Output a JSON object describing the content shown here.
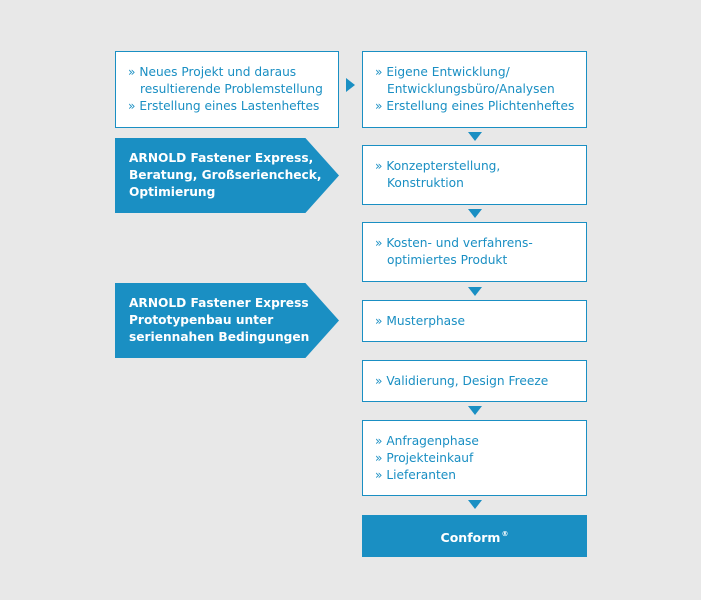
{
  "boxes": {
    "problem": {
      "lines": [
        "» Neues Projekt und daraus",
        "resultierende Problemstellung",
        "» Erstellung eines Lastenheftes"
      ]
    },
    "development": {
      "lines": [
        "» Eigene Entwicklung/",
        "Entwicklungsbüro/Analysen",
        "» Erstellung eines Plichtenheftes"
      ]
    },
    "concept": {
      "lines": [
        "» Konzepterstellung,",
        "Konstruktion"
      ]
    },
    "cost_optimized": {
      "lines": [
        "» Kosten- und verfahrens-",
        "optimiertes Produkt"
      ]
    },
    "sample_phase": {
      "lines": [
        "» Musterphase"
      ]
    },
    "validation": {
      "lines": [
        "» Validierung, Design Freeze"
      ]
    },
    "inquiry": {
      "lines": [
        "» Anfragenphase",
        "» Projekteinkauf",
        "» Lieferanten"
      ]
    },
    "conform": {
      "label": "Conform",
      "mark": "®"
    }
  },
  "callouts": {
    "express_consulting": {
      "lines": [
        "ARNOLD Fastener Express,",
        "Beratung, Großseriencheck,",
        "Optimierung"
      ]
    },
    "express_prototyping": {
      "lines": [
        "ARNOLD Fastener Express",
        "Prototypenbau unter",
        "seriennahen Bedingungen"
      ]
    }
  },
  "colors": {
    "accent": "#1a8fc3",
    "background": "#e8e8e8",
    "box_fill": "#ffffff"
  }
}
